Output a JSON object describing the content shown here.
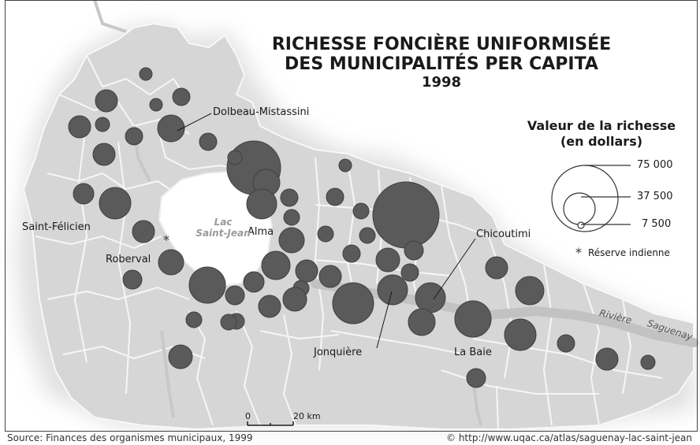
{
  "title": {
    "line1": "RICHESSE FONCIÈRE UNIFORMISÉE",
    "line2": "DES MUNICIPALITÉS PER CAPITA",
    "year": "1998"
  },
  "legend": {
    "title_line1": "Valeur de la richesse",
    "title_line2": "(en dollars)",
    "values": [
      "75 000",
      "37 500",
      "7 500"
    ],
    "reserve_label": "Réserve indienne",
    "reserve_symbol": "*"
  },
  "places": {
    "dolbeau": "Dolbeau-Mistassini",
    "saint_felicien": "Saint-Félicien",
    "roberval": "Roberval",
    "alma": "Alma",
    "chicoutimi": "Chicoutimi",
    "jonquiere": "Jonquière",
    "la_baie": "La Baie"
  },
  "lake": {
    "line1": "Lac",
    "line2": "Saint-Jean"
  },
  "river": {
    "line1": "Rivière",
    "line2": "Saguenay"
  },
  "scale": {
    "zero": "0",
    "end": "20 km"
  },
  "source": "Source: Finances des organismes municipaux, 1999",
  "credit": "© http://www.uqac.ca/atlas/saguenay-lac-saint-jean",
  "colors": {
    "background": "#ffffff",
    "region": "#d9d9d9",
    "boundary": "#f7f7f7",
    "lake": "#ffffff",
    "circle": "#5a5a5a",
    "river": "#c4c4c4"
  }
}
